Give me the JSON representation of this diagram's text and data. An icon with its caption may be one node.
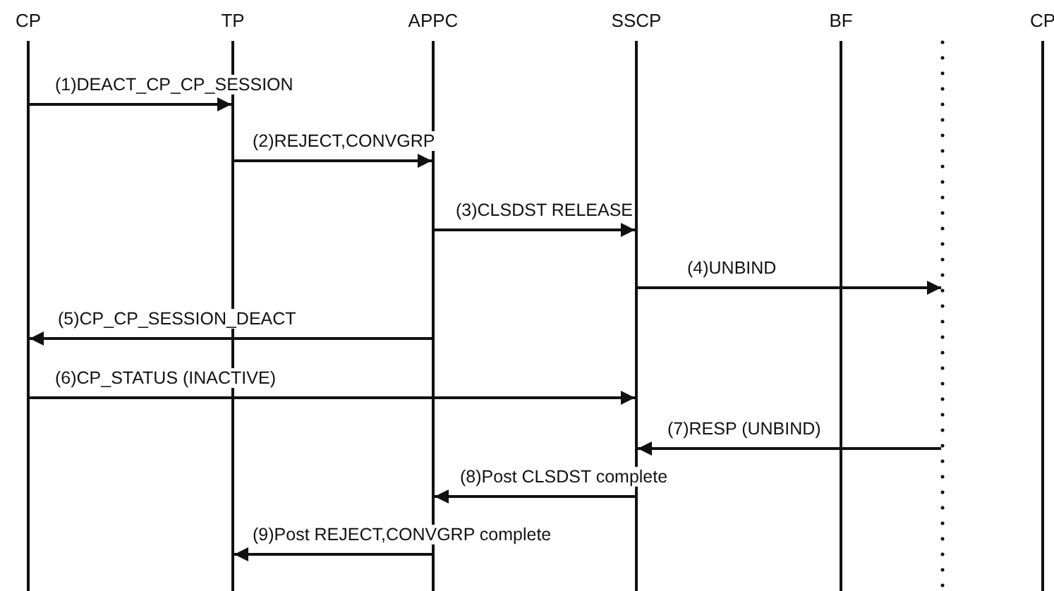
{
  "diagram": {
    "nodes": [
      {
        "text": [
          "CP"
        ]
      },
      {
        "text": [
          "TP"
        ]
      },
      {
        "text": [
          "APPC"
        ]
      },
      {
        "text": [
          "SSCP"
        ]
      },
      {
        "text": [
          "BF"
        ]
      },
      {
        "text": [],
        "shape": "bar"
      },
      {
        "text": [
          "CP"
        ]
      }
    ],
    "edges": [
      {
        "from": 0,
        "to": 1,
        "arrow": "to",
        "label": "(1)DEACT_CP_CP_SESSION"
      },
      {
        "from": 1,
        "to": 2,
        "arrow": "to",
        "label": "(2)REJECT,CONVGRP"
      },
      {
        "from": 2,
        "to": 3,
        "arrow": "to",
        "label": "(3)CLSDST RELEASE"
      },
      {
        "from": 3,
        "to": 5,
        "arrow": "to",
        "label": "(4)UNBIND"
      },
      {
        "from": 2,
        "to": 0,
        "arrow": "to",
        "label": "(5)CP_CP_SESSION_DEACT"
      },
      {
        "from": 0,
        "to": 3,
        "arrow": "to",
        "label": "(6)CP_STATUS (INACTIVE)"
      },
      {
        "from": 5,
        "to": 3,
        "arrow": "to",
        "label": "(7)RESP (UNBIND)"
      },
      {
        "from": 3,
        "to": 2,
        "arrow": "to",
        "label": "(8)Post CLSDST complete"
      },
      {
        "from": 2,
        "to": 1,
        "arrow": "to",
        "label": "(9)Post REJECT,CONVGRP complete"
      }
    ]
  }
}
